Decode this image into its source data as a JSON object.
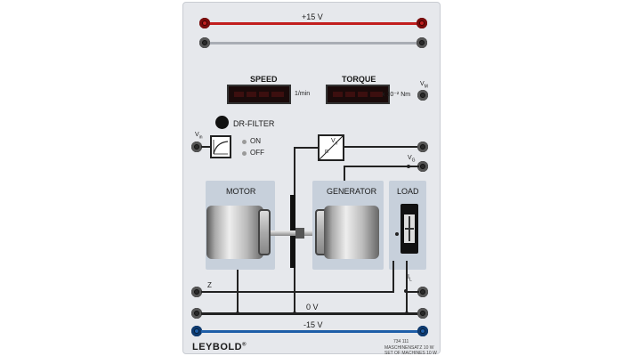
{
  "panel": {
    "rail_top_label": "+15 V",
    "rail_zero_label": "0 V",
    "rail_bottom_label": "-15 V",
    "speed_label": "SPEED",
    "speed_unit": "1/min",
    "torque_label": "TORQUE",
    "torque_unit": "x 10⁻² Nm",
    "vm_label": "V",
    "vm_sub": "M",
    "dr_filter_label": "DR-FILTER",
    "vin_label": "V",
    "vin_sub": "in",
    "on_label": "ON",
    "off_label": "OFF",
    "vn_label": "V",
    "vn_sub": "n",
    "n_label": "n",
    "vg_label": "V",
    "vg_sub": "G",
    "motor_label": "MOTOR",
    "generator_label": "GENERATOR",
    "load_label": "LOAD",
    "z_label": "Z",
    "il_label": "I",
    "il_sub": "L",
    "brand": "LEYBOLD",
    "brand_mark": "®",
    "catalog_line1": "734 111",
    "catalog_line2": "MASCHINENSATZ 10 W",
    "catalog_line3": "SET OF MACHINES 10 W"
  },
  "colors": {
    "rail_red": "#c21f1f",
    "rail_gray": "#a9adb4",
    "rail_black": "#1a1a1a",
    "rail_blue": "#1e5ea8",
    "panel_bg": "#e6e8ec",
    "block_bg": "#c7d0db"
  }
}
